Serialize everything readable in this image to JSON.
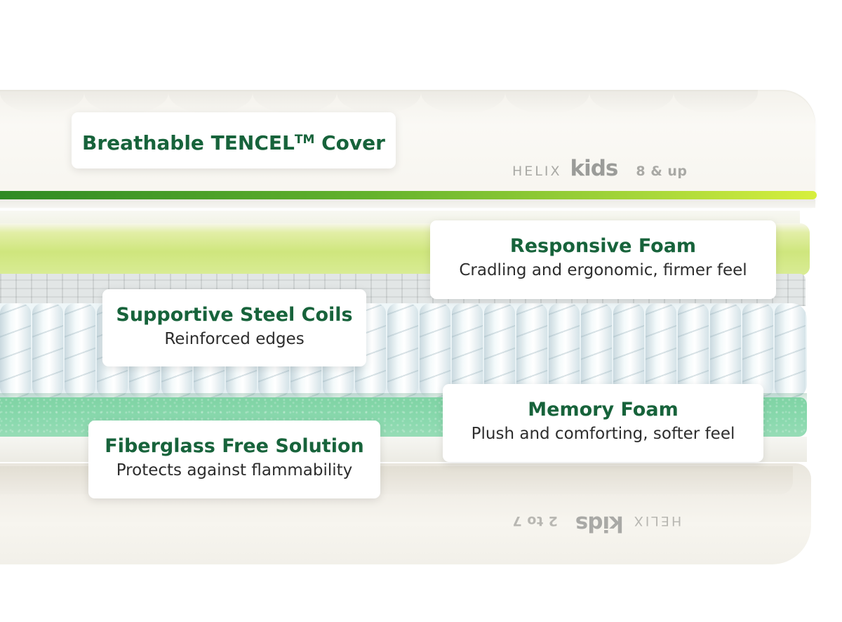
{
  "brand": {
    "top": {
      "name": "HELIX",
      "sub": "kids",
      "age": "8 & up"
    },
    "bottom": {
      "name": "HELIX",
      "sub": "kids",
      "age": "2 to 7"
    }
  },
  "callouts": {
    "cover": {
      "title": "Breathable TENCEL",
      "trademark": "TM",
      "title_suffix": " Cover"
    },
    "responsive_foam": {
      "title": "Responsive Foam",
      "subtitle": "Cradling and ergonomic, firmer feel"
    },
    "steel_coils": {
      "title": "Supportive Steel Coils",
      "subtitle": "Reinforced edges"
    },
    "memory_foam": {
      "title": "Memory Foam",
      "subtitle": "Plush and comforting, softer feel"
    },
    "fiberglass": {
      "title": "Fiberglass Free Solution",
      "subtitle": "Protects against flammability"
    }
  },
  "colors": {
    "title_green": "#17633b",
    "stripe_green": "#63b22c",
    "responsive_layer": "#cfe67d",
    "memory_layer": "#8ad9ae",
    "coil_layer": "#e4eef2",
    "cover": "#f7f5ef"
  }
}
